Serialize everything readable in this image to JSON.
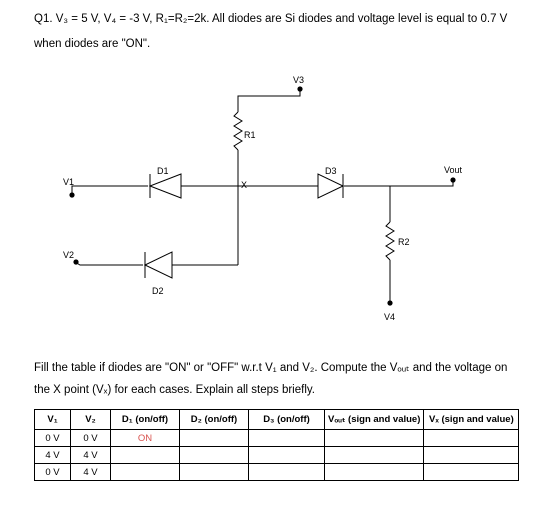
{
  "question": {
    "line1": "Q1. V₃ = 5 V, V₄ = -3 V, R₁=R₂=2k. All diodes are Si diodes and voltage level is equal to 0.7 V",
    "line2": "when diodes are \"ON\"."
  },
  "circuit": {
    "labels": {
      "v3": "V3",
      "r1": "R1",
      "d1": "D1",
      "v1": "V1",
      "x": "X",
      "d3": "D3",
      "vout": "Vout",
      "v2": "V2",
      "r2": "R2",
      "d2": "D2",
      "v4": "V4"
    }
  },
  "instructions": {
    "line1": "Fill the table if diodes are \"ON\" or \"OFF\" w.r.t V₁ and V₂. Compute the Vₒᵤₜ and the voltage on",
    "line2": "the X point (Vₓ) for each cases. Explain all steps briefly."
  },
  "table": {
    "headers": [
      "V₁",
      "V₂",
      "D₁ (on/off)",
      "D₂ (on/off)",
      "D₃ (on/off)",
      "Vₒᵤₜ (sign and value)",
      "Vₓ (sign and value)"
    ],
    "rows": [
      [
        "0 V",
        "0 V",
        "ON",
        "",
        "",
        "",
        ""
      ],
      [
        "4 V",
        "4 V",
        "",
        "",
        "",
        "",
        ""
      ],
      [
        "0 V",
        "4 V",
        "",
        "",
        "",
        "",
        ""
      ]
    ]
  },
  "colors": {
    "on_text": "#d9534f"
  }
}
